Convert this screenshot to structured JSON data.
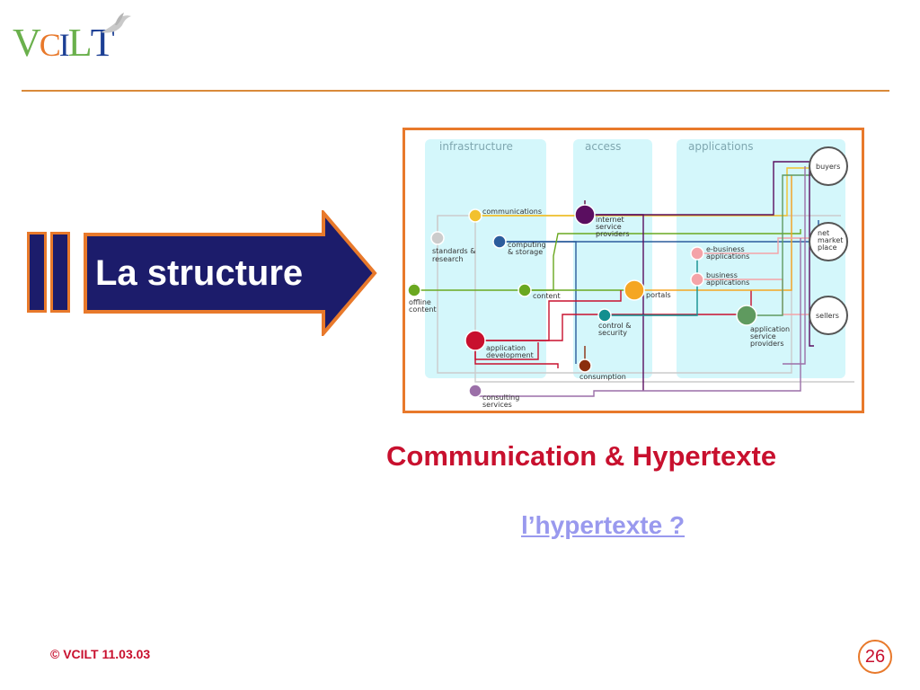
{
  "logo": {
    "text": "VCILT",
    "letters": [
      "V",
      "C",
      "I",
      "L",
      "T"
    ],
    "colors": [
      "#6ab04c",
      "#e8792b",
      "#1c3f94",
      "#6ab04c",
      "#1c3f94"
    ],
    "icon": "dove-icon"
  },
  "section": {
    "title": "La structure"
  },
  "diagram": {
    "columns": [
      "infrastructure",
      "access",
      "applications"
    ],
    "nodes": {
      "communications": "communications",
      "standards": [
        "standards &",
        "research"
      ],
      "computing": [
        "computing",
        "& storage"
      ],
      "offline": [
        "offline",
        "content"
      ],
      "content": "content",
      "app_dev": [
        "application",
        "development"
      ],
      "consulting": [
        "consulting",
        "services"
      ],
      "isp": [
        "internet",
        "service",
        "providers"
      ],
      "control": [
        "control &",
        "security"
      ],
      "consumption": "consumption",
      "portals": "portals",
      "ebusiness": [
        "e-business",
        "applications"
      ],
      "business": [
        "business",
        "applications"
      ],
      "asp": [
        "application",
        "service",
        "providers"
      ],
      "buyers": "buyers",
      "net_market": [
        "net",
        "market",
        "place"
      ],
      "sellers": "sellers"
    },
    "colors": {
      "panel": "#d4f7fb",
      "communications": "#f2c12e",
      "standards": "#cccccc",
      "computing": "#2b5c9c",
      "offline": "#6aa820",
      "content": "#6aa820",
      "app_dev": "#c8102e",
      "consulting": "#9b6fa8",
      "isp": "#5a0e60",
      "control": "#138f8f",
      "consumption": "#8b2e0e",
      "portals": "#f5a623",
      "ebusiness": "#f4a3a8",
      "business": "#f4a3a8",
      "asp": "#5f9a5f"
    }
  },
  "caption": "Communication & Hypertexte",
  "link_text": "l’hypertexte ? ",
  "footer": {
    "copyright": "© VCILT 11.03.03",
    "page_number": "26"
  }
}
